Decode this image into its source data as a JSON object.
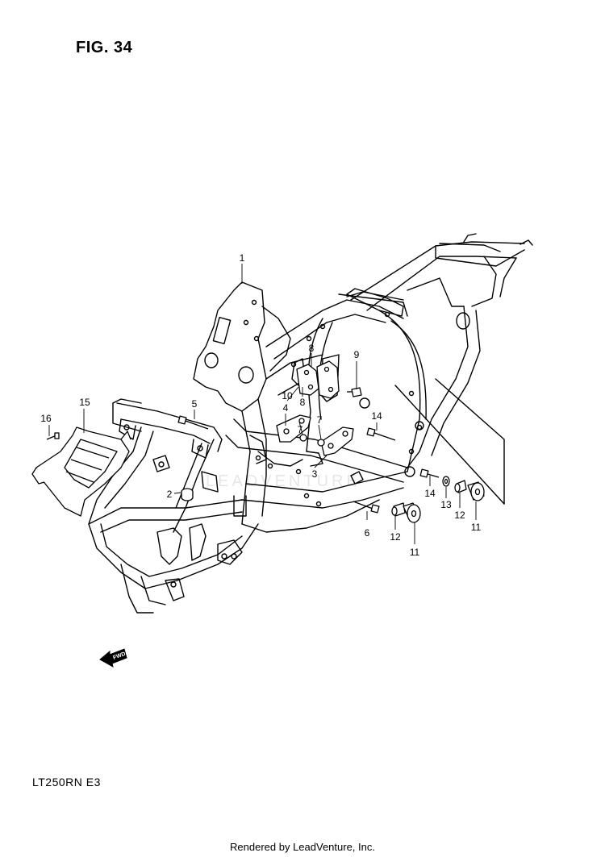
{
  "figure": {
    "title": "FIG. 34"
  },
  "model_code": "LT250RN  E3",
  "footer": "Rendered by LeadVenture, Inc.",
  "watermark": "LEADVENTURE",
  "fwd_label": "FWD",
  "callouts": {
    "c1": "1",
    "c2": "2",
    "c3": "3",
    "c4": "4",
    "c5": "5",
    "c6": "6",
    "c7a": "7",
    "c7b": "7",
    "c8a": "8",
    "c8b": "8",
    "c9": "9",
    "c10": "10",
    "c11a": "11",
    "c11b": "11",
    "c12a": "12",
    "c12b": "12",
    "c13": "13",
    "c14a": "14",
    "c14b": "14",
    "c15": "15",
    "c16": "16"
  }
}
